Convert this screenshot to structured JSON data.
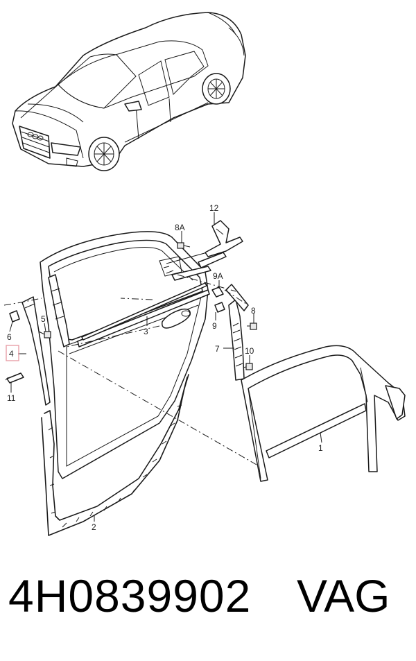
{
  "diagram": {
    "callouts": [
      {
        "id": "c12",
        "text": "12"
      },
      {
        "id": "c8A",
        "text": "8A"
      },
      {
        "id": "c9A",
        "text": "9A"
      },
      {
        "id": "c8",
        "text": "8"
      },
      {
        "id": "c9",
        "text": "9"
      },
      {
        "id": "c5",
        "text": "5"
      },
      {
        "id": "c3",
        "text": "3"
      },
      {
        "id": "c6",
        "text": "6"
      },
      {
        "id": "c4",
        "text": "4",
        "highlighted": true,
        "highlight_color": "#e8a0a8"
      },
      {
        "id": "c7",
        "text": "7"
      },
      {
        "id": "c10",
        "text": "10"
      },
      {
        "id": "c11",
        "text": "11"
      },
      {
        "id": "c1",
        "text": "1"
      },
      {
        "id": "c2",
        "text": "2"
      }
    ]
  },
  "footer": {
    "part_number": "4H0839902",
    "brand": "VAG"
  },
  "colors": {
    "line": "#1a1a1a",
    "background": "#ffffff",
    "highlight": "#e8a0a8"
  }
}
